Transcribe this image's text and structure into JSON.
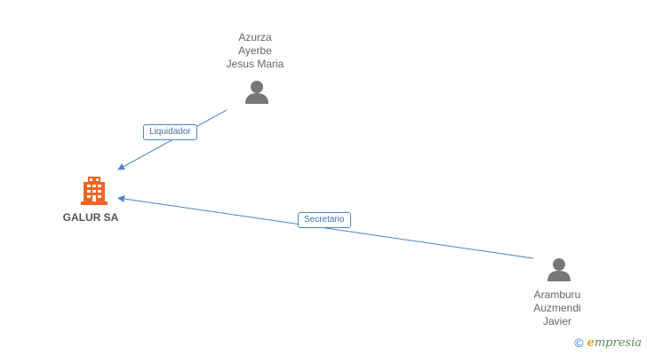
{
  "nodes": {
    "company": {
      "name": "GALUR SA",
      "color": "#f26522"
    },
    "person1": {
      "lines": [
        "Azurza",
        "Ayerbe",
        "Jesus Maria"
      ]
    },
    "person2": {
      "lines": [
        "Aramburu",
        "Auzmendi",
        "Javier"
      ]
    }
  },
  "edges": {
    "liquidador": {
      "label": "Liquidador"
    },
    "secretario": {
      "label": "Secretario"
    }
  },
  "colors": {
    "edge": "#4a86c8",
    "person_icon": "#777777"
  },
  "watermark": {
    "symbol": "©",
    "brand_initial": "e",
    "brand_rest": "mpresia"
  }
}
